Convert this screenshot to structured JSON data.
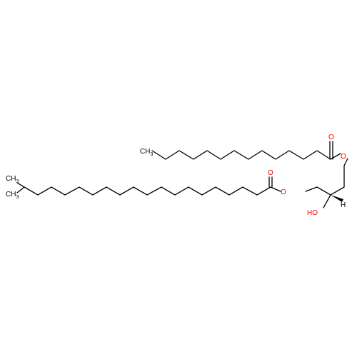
{
  "molecule": {
    "atoms": {
      "methyl_top": "CH3",
      "methyl_left_a": "CH3",
      "methyl_left_b": "CH3",
      "carbonyl_o_top": "O",
      "carbonyl_o_bottom": "O",
      "ester_o_top": "O",
      "ester_o_bottom": "O",
      "hydroxyl": "HO",
      "stereo_h": "H"
    }
  },
  "colors": {
    "bond": "#000000",
    "oxygen": "#ff0000",
    "carbon_label": "#000000"
  }
}
